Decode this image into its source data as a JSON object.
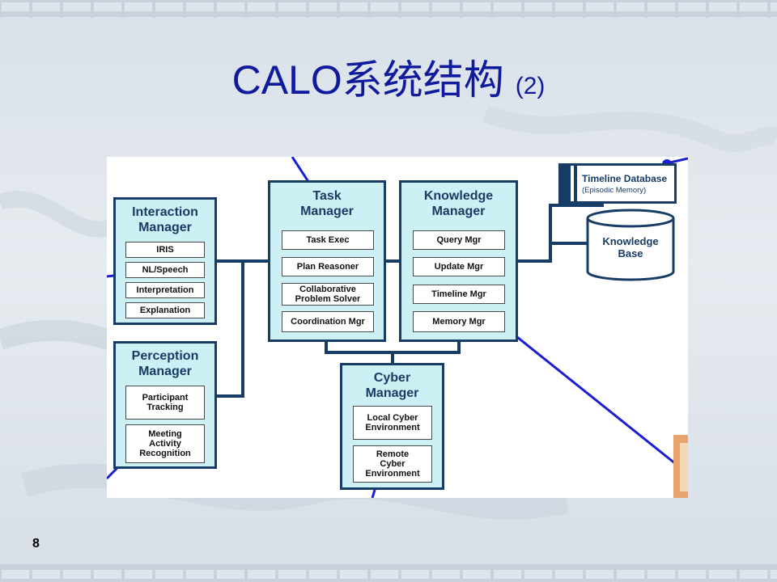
{
  "slide": {
    "title_main": "CALO系统结构",
    "title_suffix": "(2)",
    "page_number": "8"
  },
  "diagram": {
    "interaction_manager": {
      "title": "Interaction\nManager",
      "items": [
        "IRIS",
        "NL/Speech",
        "Interpretation",
        "Explanation"
      ]
    },
    "perception_manager": {
      "title": "Perception\nManager",
      "items": [
        "Participant\nTracking",
        "Meeting\nActivity\nRecognition"
      ]
    },
    "task_manager": {
      "title": "Task\nManager",
      "items": [
        "Task Exec",
        "Plan Reasoner",
        "Collaborative\nProblem Solver",
        "Coordination Mgr"
      ]
    },
    "knowledge_manager": {
      "title": "Knowledge\nManager",
      "items": [
        "Query Mgr",
        "Update Mgr",
        "Timeline Mgr",
        "Memory Mgr"
      ]
    },
    "cyber_manager": {
      "title": "Cyber\nManager",
      "items": [
        "Local Cyber\nEnvironment",
        "Remote\nCyber\nEnvironment"
      ]
    },
    "timeline_database": {
      "title": "Timeline Database",
      "subtitle": "(Episodic Memory)"
    },
    "knowledge_base": {
      "label": "Knowledge\nBase"
    }
  },
  "colors": {
    "title_blue": "#0f1a9c",
    "module_fill": "#ccf0f3",
    "module_border": "#173c66",
    "connector_blue": "#1a1fd6"
  }
}
